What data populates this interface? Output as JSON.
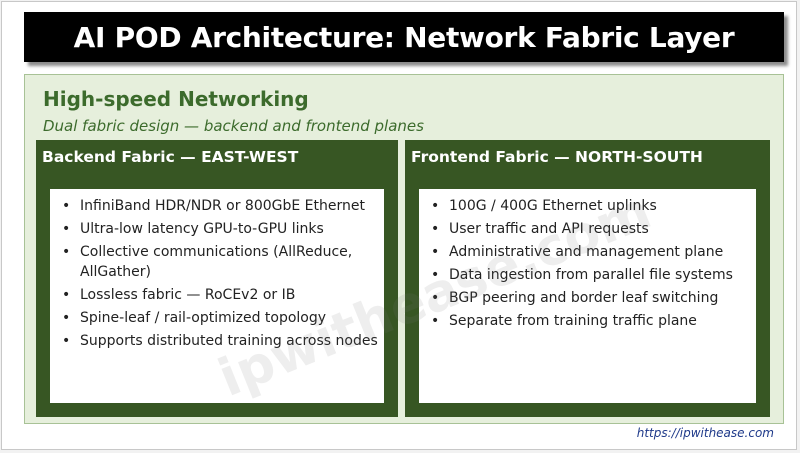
{
  "header": {
    "title": "AI POD Architecture: Network Fabric Layer"
  },
  "section": {
    "title": "High-speed Networking",
    "subtitle": "Dual fabric design — backend and frontend planes"
  },
  "fabrics": [
    {
      "title": "Backend Fabric — EAST-WEST",
      "items": [
        "InfiniBand HDR/NDR  or  800GbE Ethernet",
        "Ultra-low latency GPU-to-GPU links",
        "Collective communications (AllReduce, AllGather)",
        "Lossless fabric — RoCEv2 or IB",
        "Spine-leaf / rail-optimized topology",
        "Supports distributed training across nodes"
      ]
    },
    {
      "title": "Frontend Fabric — NORTH-SOUTH",
      "items": [
        "100G / 400G Ethernet uplinks",
        "User traffic and API requests",
        "Administrative and management plane",
        "Data ingestion from parallel file systems",
        "BGP peering and border leaf switching",
        "Separate from training traffic plane"
      ]
    }
  ],
  "watermark": "ipwithease.com",
  "footer": {
    "url": "https://ipwithease.com"
  },
  "colors": {
    "title_bar": "#000000",
    "panel_bg": "#e6efdc",
    "fabric_bg": "#375623",
    "accent_text": "#3c6b2c"
  }
}
